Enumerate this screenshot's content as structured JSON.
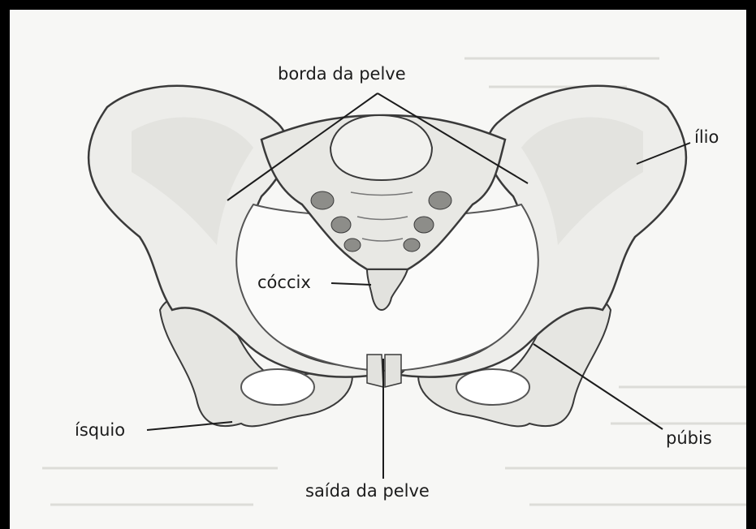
{
  "figure": {
    "subject": "pelvis-anatomy",
    "labels": {
      "pelvic_brim": "borda da pelve",
      "ilium": "ílio",
      "coccyx": "cóccix",
      "ischium": "ísquio",
      "pubis": "púbis",
      "pelvic_outlet": "saída da pelve"
    },
    "colors": {
      "bone": "#ededea",
      "bone_shade": "#c4c4c0",
      "outline": "#3a3a3a",
      "background": "#f7f7f5",
      "border": "#000000"
    }
  }
}
